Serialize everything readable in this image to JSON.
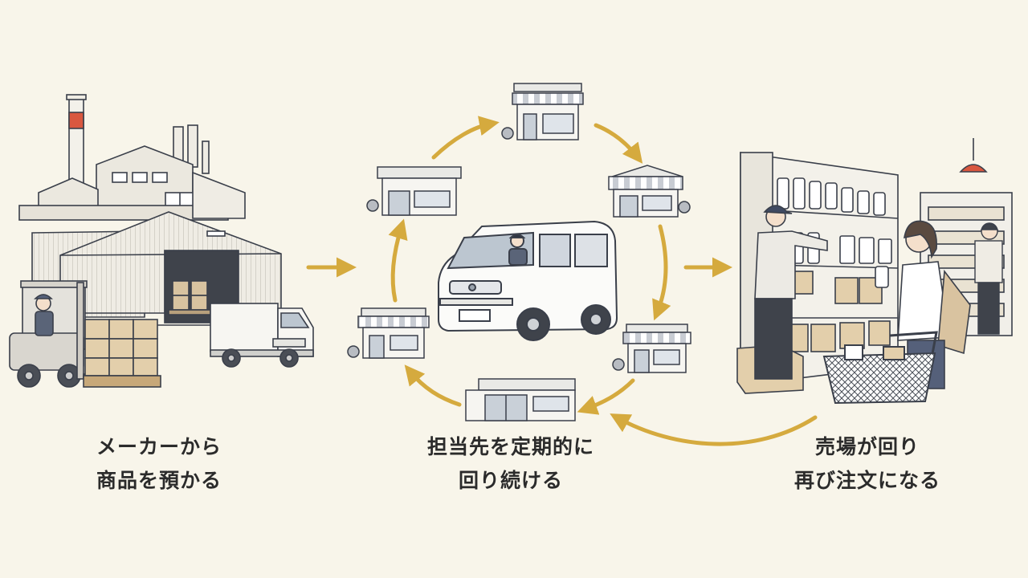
{
  "captions": {
    "left": {
      "line1": "メーカーから",
      "line2": "商品を預かる"
    },
    "center": {
      "line1": "担当先を定期的に",
      "line2": "回り続ける"
    },
    "right": {
      "line1": "売場が回り",
      "line2": "再び注文になる"
    }
  },
  "icons": {
    "factory": "factory-icon",
    "forklift": "forklift-icon",
    "truck": "truck-icon",
    "van": "delivery-van-icon",
    "store": "storefront-icon",
    "shelf": "store-shelf-icon",
    "shopper": "shopper-icon"
  },
  "colors": {
    "background": "#f8f5ea",
    "arrow": "#d5aa3e",
    "line": "#3a3f4a",
    "accent_red": "#d9573f",
    "text": "#2b2b2b"
  }
}
